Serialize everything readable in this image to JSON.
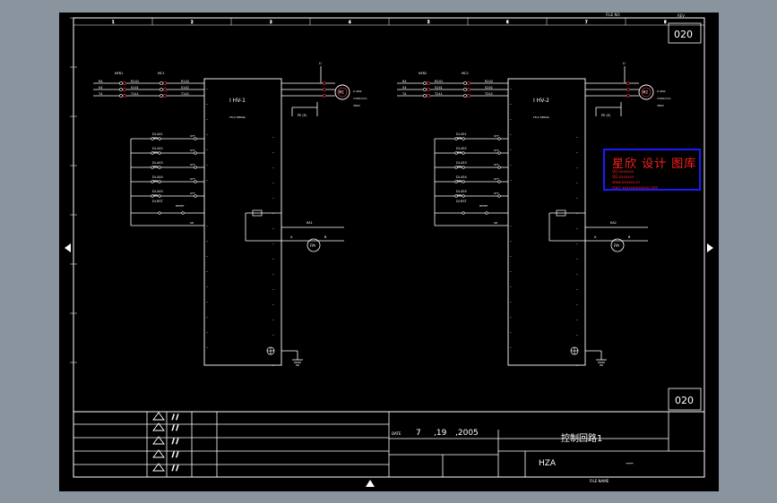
{
  "sheet": {
    "number_top": "020",
    "number_mid": "020",
    "column_numbers": [
      "1",
      "2",
      "3",
      "4",
      "5",
      "6",
      "7",
      "8"
    ],
    "colors": {
      "background": "#000000",
      "lines": "#ffffff",
      "frame": "#8a949e",
      "watermark_text": "#ff2020",
      "watermark_border": "#1a1aff"
    }
  },
  "drives": [
    {
      "label": "I HV-1",
      "model_text": "FR-A SERIAL",
      "breaker_label": "NFB1",
      "contactor_label": "MC1",
      "input_lines": [
        "R4",
        "S4",
        "T4"
      ],
      "output_lines": [
        "R141",
        "S141",
        "T141"
      ],
      "drive_lines": [
        "R142",
        "S142",
        "T142"
      ],
      "motor_label": "M1",
      "control_contacts": [
        "DI-441",
        "DI-442",
        "DI-443",
        "DI-444",
        "DI-445"
      ],
      "fault_relay": "KA1",
      "meter_label": "FM"
    },
    {
      "label": "I HV-2",
      "model_text": "FR-A SERIAL",
      "breaker_label": "NFB2",
      "contactor_label": "MC2",
      "input_lines": [
        "R4",
        "S4",
        "T4"
      ],
      "output_lines": [
        "R241",
        "S241",
        "T241"
      ],
      "drive_lines": [
        "R242",
        "S242",
        "T242"
      ],
      "motor_label": "M2",
      "control_contacts": [
        "DI-451",
        "DI-452",
        "DI-453",
        "DI-454",
        "DI-455"
      ],
      "fault_relay": "KA2",
      "meter_label": "FM"
    }
  ],
  "watermark": {
    "title": "星欣 设计 图库",
    "lines": [
      "QQ:xxxxxxx",
      "QQ:xxxxxxx",
      "www.xxxxxx.cn",
      "mail: xxxxxx@xxxxx.com"
    ]
  },
  "title_block": {
    "date_label": "DATE",
    "date": {
      "month": "7",
      "day": ",19",
      "year": ",2005"
    },
    "drawing_title": "控制回路1",
    "project": "HZA",
    "sheet_code": "—",
    "footer": "FILE NAME"
  },
  "page_glyphs": {
    "top_left_marker": "FILE NO",
    "top_right_marker": "REV"
  }
}
